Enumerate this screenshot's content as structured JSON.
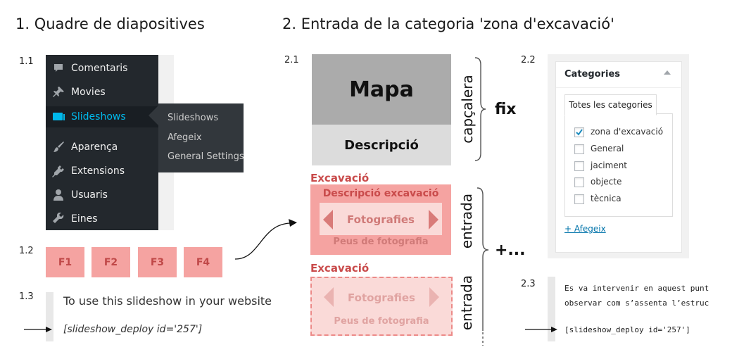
{
  "section1": {
    "title": "1. Quadre de diapositives",
    "labels": {
      "s11": "1.1",
      "s12": "1.2",
      "s13": "1.3"
    },
    "menu": [
      {
        "label": "Comentaris",
        "icon": "comment-icon"
      },
      {
        "label": "Movies",
        "icon": "pin-icon"
      },
      {
        "label": "Slideshows",
        "icon": "slideshow-icon",
        "active": true
      },
      {
        "label": "Aparença",
        "icon": "paintbrush-icon"
      },
      {
        "label": "Extensions",
        "icon": "plug-icon"
      },
      {
        "label": "Usuaris",
        "icon": "user-icon"
      },
      {
        "label": "Eines",
        "icon": "wrench-icon"
      }
    ],
    "submenu": [
      "Slideshows",
      "Afegeix",
      "General Settings"
    ],
    "slides": [
      "F1",
      "F2",
      "F3",
      "F4"
    ],
    "deploy_heading": "To use this slideshow in your website",
    "shortcode": "[slideshow_deploy id='257']"
  },
  "section2": {
    "title": "2. Entrada de la categoria 'zona d'excavació'",
    "labels": {
      "s21": "2.1",
      "s22": "2.2",
      "s23": "2.3"
    },
    "mapa": "Mapa",
    "descripcio": "Descripció",
    "capcalera": "capçalera",
    "fix": "fix",
    "entry_label": "Excavació",
    "entry_desc": "Descripció excavació",
    "fotografies": "Fotografies",
    "peus": "Peus de fotografia",
    "entrada": "entrada",
    "more": "+...",
    "categories": {
      "title": "Categories",
      "tab": "Totes les categories",
      "items": [
        {
          "label": "zona d'excavació",
          "checked": true
        },
        {
          "label": "General",
          "checked": false
        },
        {
          "label": "jaciment",
          "checked": false
        },
        {
          "label": "objecte",
          "checked": false
        },
        {
          "label": "tècnica",
          "checked": false
        }
      ],
      "add": "+ Afegeix"
    },
    "code": {
      "line1": "Es va intervenir en aquest punt",
      "line2": "observar com s’assenta l’estruc",
      "shortcode": "[slideshow_deploy id='257']"
    }
  },
  "colors": {
    "wp_dark": "#23282d",
    "wp_active": "#00b9eb",
    "slide_pink": "#f5a3a1",
    "slide_text": "#c04848",
    "excavacio_red": "#c94b4b"
  }
}
